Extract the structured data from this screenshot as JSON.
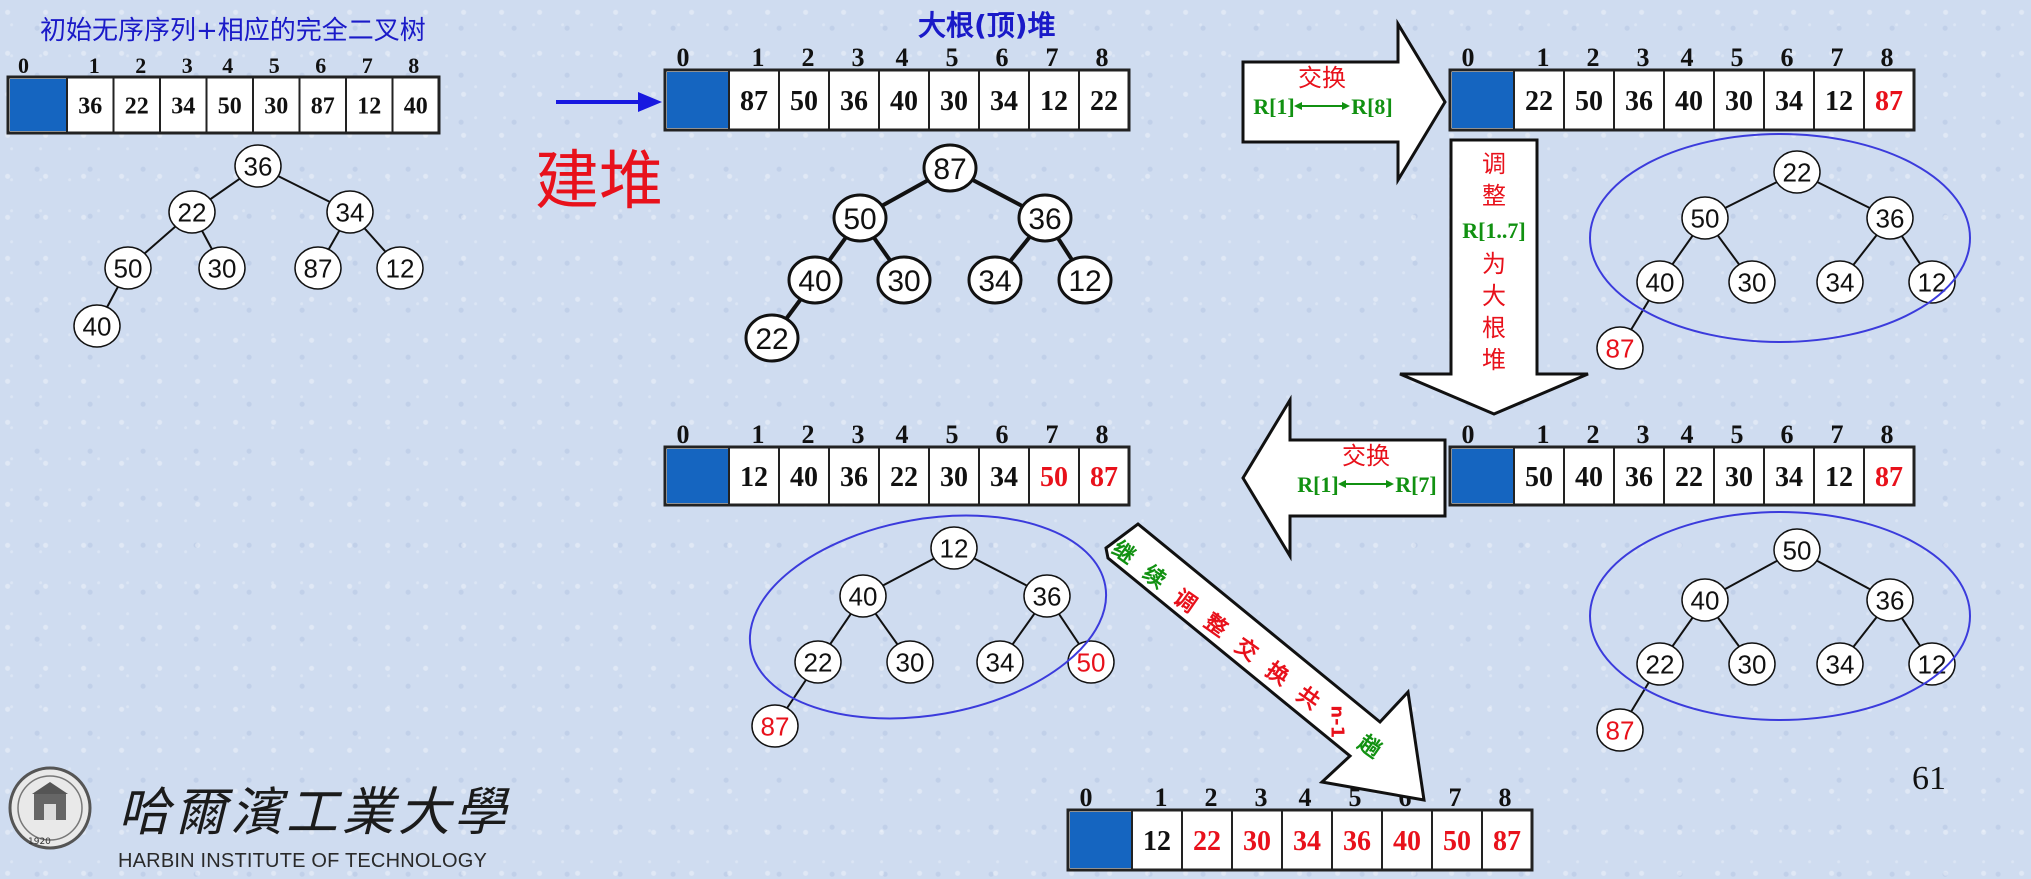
{
  "colors": {
    "blue_cell": "#1565c0",
    "red": "#e8111b",
    "green": "#119111",
    "caption_blue": "#1a1ac8",
    "ellipse_blue": "#3b3bdc"
  },
  "captions": {
    "initial": "初始无序序列+相应的完全二叉树",
    "big_heap": "大根(顶)堆",
    "build_heap": "建堆"
  },
  "index_labels": [
    "0",
    "1",
    "2",
    "3",
    "4",
    "5",
    "6",
    "7",
    "8"
  ],
  "arrays": {
    "initial": [
      "36",
      "22",
      "34",
      "50",
      "30",
      "87",
      "12",
      "40"
    ],
    "heap": [
      "87",
      "50",
      "36",
      "40",
      "30",
      "34",
      "12",
      "22"
    ],
    "swap1": [
      "22",
      "50",
      "36",
      "40",
      "30",
      "34",
      "12",
      "87"
    ],
    "adjust1": [
      "50",
      "40",
      "36",
      "22",
      "30",
      "34",
      "12",
      "87"
    ],
    "swap2": [
      "12",
      "40",
      "36",
      "22",
      "30",
      "34",
      "50",
      "87"
    ],
    "final": [
      "12",
      "22",
      "30",
      "34",
      "36",
      "40",
      "50",
      "87"
    ]
  },
  "trees": {
    "initial": [
      "36",
      "22",
      "34",
      "50",
      "30",
      "87",
      "12",
      "40"
    ],
    "heap": [
      "87",
      "50",
      "36",
      "40",
      "30",
      "34",
      "12",
      "22"
    ],
    "swap1": [
      "22",
      "50",
      "36",
      "40",
      "30",
      "34",
      "12",
      "87"
    ],
    "adjust1": [
      "50",
      "40",
      "36",
      "22",
      "30",
      "34",
      "12",
      "87"
    ],
    "swap2": [
      "12",
      "40",
      "36",
      "22",
      "30",
      "34",
      "50",
      "87"
    ]
  },
  "swap_arrows": {
    "first": {
      "label": "交换",
      "left": "R[1]",
      "right": "R[8]"
    },
    "second": {
      "label": "交换",
      "left": "R[1]",
      "right": "R[7]"
    }
  },
  "adjust_arrow": {
    "chars_top": [
      "调",
      "整"
    ],
    "range": "R[1..7]",
    "chars_bottom": [
      "为",
      "大",
      "根",
      "堆"
    ]
  },
  "diag_arrow": {
    "chars": [
      "继",
      "续",
      "调",
      "整",
      "交",
      "换",
      "共",
      "n-1",
      "趟"
    ],
    "char_colors": [
      "#119111",
      "#119111",
      "#e8111b",
      "#e8111b",
      "#e8111b",
      "#e8111b",
      "#e8111b",
      "#e8111b",
      "#119111"
    ]
  },
  "slide_number": "61",
  "logo": {
    "chinese": "哈爾濱工業大學",
    "english": "HARBIN INSTITUTE OF TECHNOLOGY",
    "seal_year": "1920"
  }
}
